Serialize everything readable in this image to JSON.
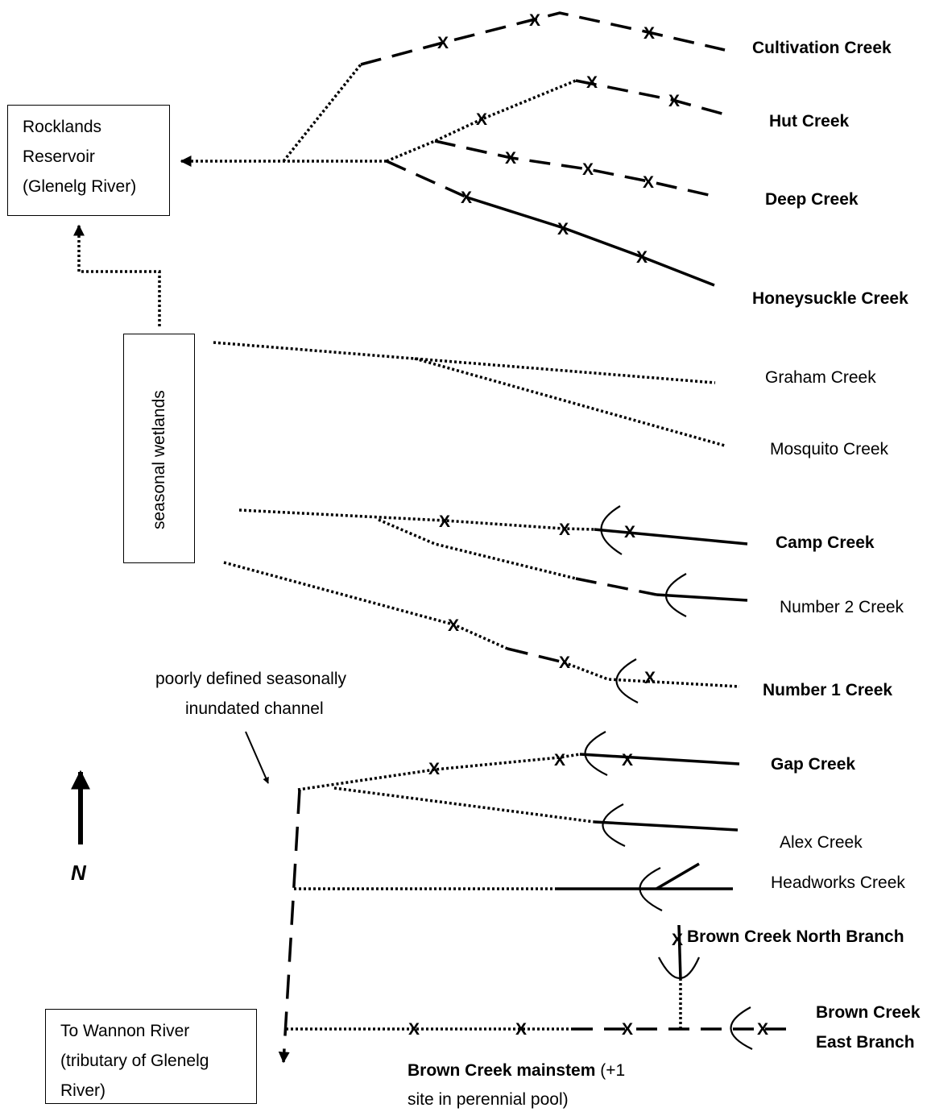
{
  "boxes": {
    "reservoir": [
      "Rocklands",
      "Reservoir",
      "(Glenelg River)"
    ],
    "wetlands": "seasonal wetlands",
    "wannon": [
      "To Wannon River",
      "(tributary of Glenelg",
      "River)"
    ]
  },
  "creeks": {
    "cultivation": "Cultivation Creek",
    "hut": "Hut Creek",
    "deep": "Deep Creek",
    "honeysuckle": "Honeysuckle Creek",
    "graham": "Graham Creek",
    "mosquito": "Mosquito Creek",
    "camp": "Camp Creek",
    "number2": "Number 2 Creek",
    "number1": "Number 1 Creek",
    "gap": "Gap Creek",
    "alex": "Alex Creek",
    "headworks": "Headworks Creek",
    "brown_north": "Brown Creek North Branch",
    "brown_east_1": "Brown Creek",
    "brown_east_2": "East Branch",
    "brown_main_bold": "Brown Creek mainstem",
    "brown_main_note_1": "(+1",
    "brown_main_note_2": "site in perennial pool)"
  },
  "annotation": [
    "poorly defined seasonally",
    "inundated channel"
  ],
  "north_label": "N",
  "site_marker": "X"
}
